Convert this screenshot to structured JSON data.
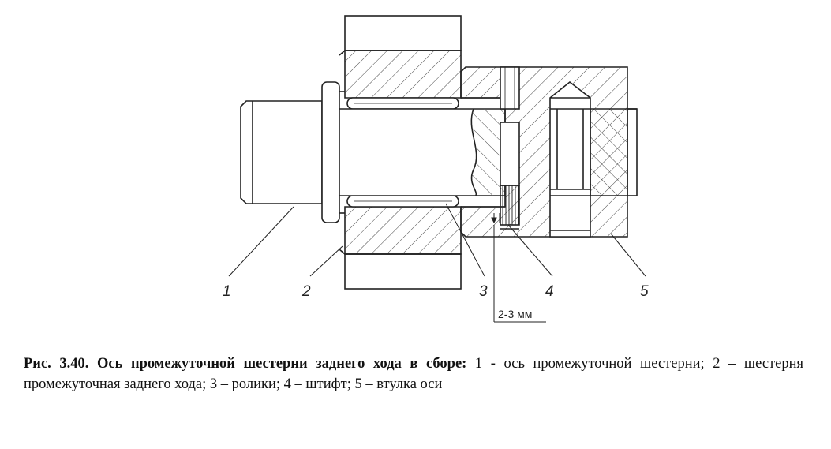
{
  "figure": {
    "callouts": [
      "1",
      "2",
      "3",
      "4",
      "5"
    ],
    "dimension_label": "2-3 мм"
  },
  "caption": {
    "title": "Рис. 3.40. Ось промежуточной шестерни заднего хода в сборе:",
    "text": " 1 - ось промежуточной шестерни; 2 – шестерня промежуточная заднего хода; 3 – ролики; 4 – штифт; 5 – втулка оси"
  }
}
